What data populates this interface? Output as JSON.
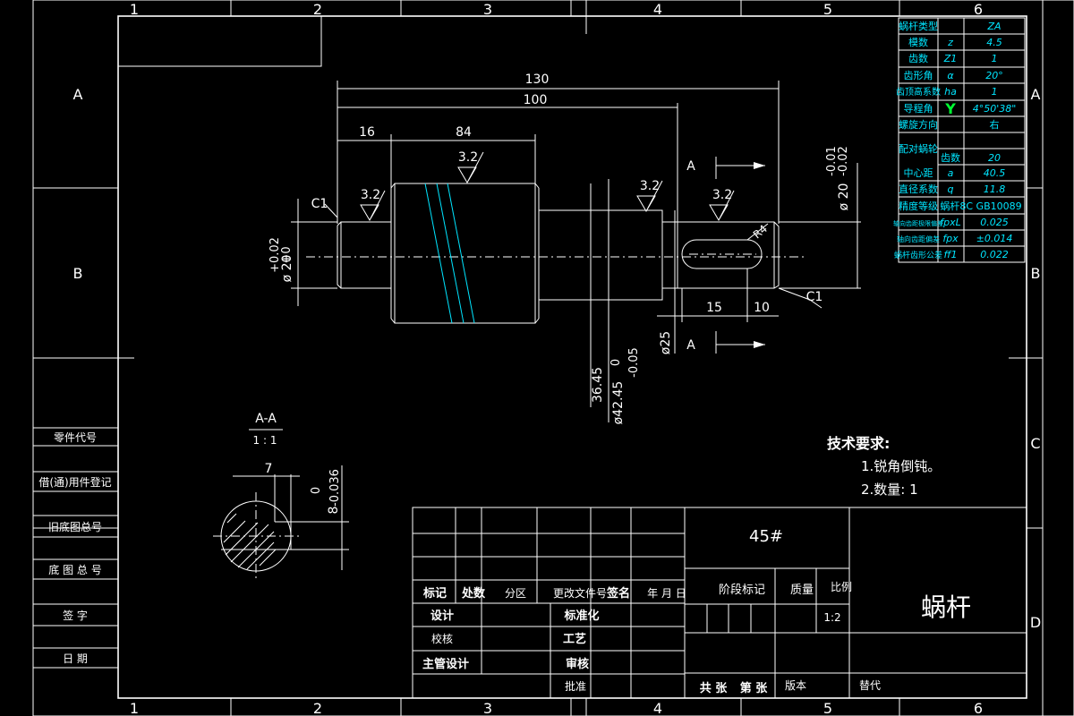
{
  "zones": {
    "columns": [
      "1",
      "2",
      "3",
      "4",
      "5",
      "6"
    ],
    "rows": [
      "A",
      "B",
      "C",
      "D"
    ]
  },
  "left_column": {
    "part_code": "零件代号",
    "borrowed_reg": "借(通)用件登记",
    "old_drawing_no": "旧底图总号",
    "base_drawing_no": "底 图 总 号",
    "signature": "签  字",
    "date": "日  期"
  },
  "dimensions": {
    "overall": "130",
    "length_100": "100",
    "d16": "16",
    "d84": "84",
    "d15": "15",
    "d10": "10",
    "left_dia_dev": "+0.02\n+0",
    "left_dia_dev_upper": "+0.02",
    "left_dia_dev_lower": "+0",
    "left_dia": "ø 20",
    "right_dia_dev_upper": "-0.01",
    "right_dia_dev_lower": "-0.02",
    "right_dia": "ø 20",
    "d25": "ø25",
    "d36": "36.45",
    "d42": "ø42.45",
    "d42_dev_upper": "0",
    "d42_dev_lower": "-0.05",
    "roughness": "3.2",
    "chamfer": "C1",
    "radius": "R4",
    "section_marker": "A"
  },
  "section_view": {
    "title": "A-A",
    "scale": "1 : 1",
    "width": "7",
    "depth_dev_upper": "0",
    "depth_dev_lower": "-0.036",
    "depth": "8"
  },
  "worm_params": {
    "rows": [
      {
        "name": "蜗杆类型",
        "sym": "",
        "val": "ZA"
      },
      {
        "name": "模数",
        "sym": "z",
        "val": "4.5"
      },
      {
        "name": "齿数",
        "sym": "Z1",
        "val": "1"
      },
      {
        "name": "齿形角",
        "sym": "α",
        "val": "20°"
      },
      {
        "name": "齿顶高系数",
        "sym": "ha",
        "val": "1"
      },
      {
        "name": "导程角",
        "sym": "Y",
        "val": "4°50'38\""
      },
      {
        "name": "螺旋方向",
        "sym": "",
        "val": "右"
      }
    ],
    "mating_label": "配对蜗轮",
    "mating_rows": [
      {
        "sym": "齿数",
        "val": "20"
      },
      {
        "sym": "a",
        "val": "40.5",
        "name": "中心距"
      },
      {
        "sym": "q",
        "val": "11.8",
        "name": "直径系数"
      }
    ],
    "lower_rows": [
      {
        "name": "精度等级",
        "sym": "",
        "val": "蜗杆8C GB10089"
      },
      {
        "name": "轴向齿距极限偏差",
        "sym": "fpxL",
        "val": "0.025"
      },
      {
        "name": "轴向齿距偏差",
        "sym": "fpx",
        "val": "±0.014"
      },
      {
        "name": "蜗杆齿形公差",
        "sym": "ff1",
        "val": "0.022"
      }
    ]
  },
  "tech_requirements": {
    "title": "技术要求:",
    "item1": "1.锐角倒钝。",
    "item2": "2.数量: 1"
  },
  "title_block": {
    "material": "45#",
    "part_name": "蜗杆",
    "mark": "标记",
    "places": "处数",
    "zone": "分区",
    "change_doc": "更改文件号",
    "sign": "签名",
    "date": "年 月 日",
    "stage_mark": "阶段标记",
    "mass": "质量",
    "scale_label": "比例",
    "scale_value": "1:2",
    "design": "设计",
    "check": "校核",
    "chief_design": "主管设计",
    "standardize": "标准化",
    "process": "工艺",
    "review": "审核",
    "approve": "批准",
    "total_sheets": "共  张",
    "sheet_no": "第  张",
    "version": "版本",
    "replace": "替代"
  }
}
